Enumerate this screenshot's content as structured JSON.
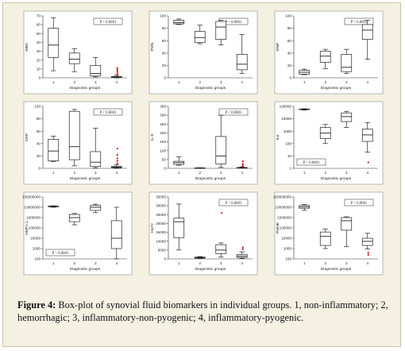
{
  "caption": {
    "label": "Figure 4:",
    "text": "Box-plot of synovial fluid biomarkers in individual groups. 1, non-inflammatory; 2, hemorrhagic; 3, inflammatory-non-pyogenic; 4, inflammatory-pyogenic."
  },
  "colors": {
    "outlier": "#d01010",
    "background": "#f4f1e2"
  },
  "chart_data": [
    {
      "type": "box",
      "ylabel": "WBC",
      "xlabel": "Diagnostic groups",
      "pvalue": "P < 0.0001",
      "scale": "linear",
      "ylim": [
        0,
        70
      ],
      "yticks": [
        0,
        10,
        20,
        30,
        40,
        50,
        60,
        70
      ],
      "categories": [
        "1",
        "2",
        "3",
        "4"
      ],
      "series": [
        {
          "min": 8,
          "q1": 23,
          "median": 37,
          "q3": 56,
          "max": 68
        },
        {
          "min": 7,
          "q1": 16,
          "median": 21,
          "q3": 28,
          "max": 33
        },
        {
          "min": 1,
          "q1": 2,
          "median": 5,
          "q3": 14,
          "max": 23
        },
        {
          "min": 0,
          "q1": 0.5,
          "median": 1,
          "q3": 1.5,
          "max": 3,
          "outliers": [
            3,
            5,
            7,
            9,
            11
          ]
        }
      ]
    },
    {
      "type": "box",
      "ylabel": "PMN",
      "xlabel": "Diagnostic groups",
      "pvalue": "P < 0.0001",
      "scale": "linear",
      "ylim": [
        0,
        100
      ],
      "yticks": [
        0,
        20,
        40,
        60,
        80,
        100
      ],
      "categories": [
        "1",
        "2",
        "3",
        "4"
      ],
      "series": [
        {
          "min": 86,
          "q1": 87,
          "median": 89,
          "q3": 93,
          "max": 95
        },
        {
          "min": 55,
          "q1": 57,
          "median": 65,
          "q3": 75,
          "max": 85
        },
        {
          "min": 53,
          "q1": 62,
          "median": 82,
          "q3": 91,
          "max": 93
        },
        {
          "min": 7,
          "q1": 13,
          "median": 22,
          "q3": 38,
          "max": 70
        }
      ]
    },
    {
      "type": "box",
      "ylabel": "MNP",
      "xlabel": "Diagnostic groups",
      "pvalue": "P < 0.0001",
      "scale": "linear",
      "ylim": [
        0,
        100
      ],
      "yticks": [
        0,
        20,
        40,
        60,
        80,
        100
      ],
      "categories": [
        "1",
        "2",
        "3",
        "4"
      ],
      "series": [
        {
          "min": 5,
          "q1": 6,
          "median": 9,
          "q3": 12,
          "max": 14
        },
        {
          "min": 15,
          "q1": 25,
          "median": 35,
          "q3": 43,
          "max": 46
        },
        {
          "min": 7,
          "q1": 10,
          "median": 17,
          "q3": 38,
          "max": 46
        },
        {
          "min": 30,
          "q1": 62,
          "median": 77,
          "q3": 86,
          "max": 93
        }
      ]
    },
    {
      "type": "box",
      "ylabel": "CRP",
      "xlabel": "Diagnostic groups",
      "pvalue": "P < 0.0001",
      "scale": "linear",
      "ylim": [
        0,
        100
      ],
      "yticks": [
        0,
        20,
        40,
        60,
        80,
        100
      ],
      "categories": [
        "1",
        "2",
        "3",
        "4"
      ],
      "series": [
        {
          "min": 11,
          "q1": 12,
          "median": 28,
          "q3": 47,
          "max": 52
        },
        {
          "min": 4,
          "q1": 14,
          "median": 35,
          "q3": 92,
          "max": 95
        },
        {
          "min": 1,
          "q1": 3,
          "median": 10,
          "q3": 27,
          "max": 65
        },
        {
          "min": 0,
          "q1": 1,
          "median": 2,
          "q3": 3,
          "max": 6,
          "outliers": [
            8,
            12,
            16,
            22,
            32
          ]
        }
      ]
    },
    {
      "type": "box",
      "ylabel": "IL-8",
      "xlabel": "Diagnostic groups",
      "pvalue": "P < 0.0001",
      "scale": "linear",
      "ylim": [
        0,
        350
      ],
      "yticks": [
        0,
        50,
        100,
        150,
        200,
        250,
        300,
        350
      ],
      "categories": [
        "1",
        "2",
        "3",
        "4"
      ],
      "series": [
        {
          "min": 18,
          "q1": 22,
          "median": 32,
          "q3": 40,
          "max": 65
        },
        {
          "min": 1,
          "q1": 2,
          "median": 2,
          "q3": 3,
          "max": 4
        },
        {
          "min": 5,
          "q1": 25,
          "median": 70,
          "q3": 180,
          "max": 300
        },
        {
          "min": 1,
          "q1": 2,
          "median": 3,
          "q3": 5,
          "max": 8,
          "outliers": [
            12,
            18,
            25,
            40
          ]
        }
      ]
    },
    {
      "type": "box",
      "ylabel": "IL6",
      "xlabel": "Diagnostic groups",
      "pvalue": "P < 0.0001",
      "scale": "log",
      "ylim": [
        1,
        100000
      ],
      "yticks": [
        1,
        10,
        100,
        1000,
        10000,
        100000
      ],
      "categories": [
        "1",
        "2",
        "3",
        "4"
      ],
      "series": [
        {
          "min": 50000,
          "q1": 55000,
          "median": 60000,
          "q3": 62000,
          "max": 65000
        },
        {
          "min": 100,
          "q1": 250,
          "median": 700,
          "q3": 2000,
          "max": 3500
        },
        {
          "min": 2000,
          "q1": 6000,
          "median": 15000,
          "q3": 30000,
          "max": 40000
        },
        {
          "min": 20,
          "q1": 150,
          "median": 500,
          "q3": 1500,
          "max": 5000,
          "outliers": [
            3
          ]
        }
      ]
    },
    {
      "type": "box",
      "ylabel": "HMP1-1",
      "xlabel": "Diagnostic groups",
      "pvalue": "P < 0.0001",
      "scale": "log",
      "ylim": [
        100,
        100000000
      ],
      "yticks": [
        100,
        1000,
        10000,
        100000,
        1000000,
        10000000,
        100000000
      ],
      "categories": [
        "1",
        "2",
        "3",
        "4"
      ],
      "series": [
        {
          "min": 10000000,
          "q1": 11000000,
          "median": 12000000,
          "q3": 13000000,
          "max": 14000000
        },
        {
          "min": 200000,
          "q1": 400000,
          "median": 1000000,
          "q3": 2000000,
          "max": 2500000
        },
        {
          "min": 3000000,
          "q1": 5000000,
          "median": 10000000,
          "q3": 15000000,
          "max": 20000000
        },
        {
          "min": 100,
          "q1": 1000,
          "median": 10000,
          "q3": 500000,
          "max": 10000000
        }
      ]
    },
    {
      "type": "box",
      "ylabel": "HLF2",
      "xlabel": "Diagnostic groups",
      "pvalue": "P < 0.0001",
      "scale": "linear",
      "ylim": [
        0,
        35000
      ],
      "yticks": [
        0,
        5000,
        10000,
        15000,
        20000,
        25000,
        30000,
        35000
      ],
      "categories": [
        "1",
        "2",
        "3",
        "4"
      ],
      "series": [
        {
          "min": 5000,
          "q1": 12000,
          "median": 21000,
          "q3": 23000,
          "max": 31000
        },
        {
          "min": 200,
          "q1": 400,
          "median": 700,
          "q3": 1000,
          "max": 1300
        },
        {
          "min": 1000,
          "q1": 3000,
          "median": 5000,
          "q3": 8000,
          "max": 9000,
          "outliers": [
            26000
          ]
        },
        {
          "min": 300,
          "q1": 800,
          "median": 1500,
          "q3": 2500,
          "max": 4000,
          "outliers": [
            5500,
            6500
          ]
        }
      ]
    },
    {
      "type": "box",
      "ylabel": "PMNE",
      "xlabel": "Diagnostic groups",
      "pvalue": "P < 0.0001",
      "scale": "log",
      "ylim": [
        100,
        100000000
      ],
      "yticks": [
        100,
        1000,
        10000,
        100000,
        1000000,
        10000000,
        100000000
      ],
      "categories": [
        "1",
        "2",
        "3",
        "4"
      ],
      "series": [
        {
          "min": 5000000,
          "q1": 8000000,
          "median": 11000000,
          "q3": 15000000,
          "max": 18000000
        },
        {
          "min": 1000,
          "q1": 2000,
          "median": 15000,
          "q3": 40000,
          "max": 80000
        },
        {
          "min": 1500,
          "q1": 60000,
          "median": 500000,
          "q3": 1000000,
          "max": 1200000
        },
        {
          "min": 900,
          "q1": 2000,
          "median": 5000,
          "q3": 10000,
          "max": 30000,
          "outliers": [
            400,
            250
          ]
        }
      ]
    }
  ]
}
